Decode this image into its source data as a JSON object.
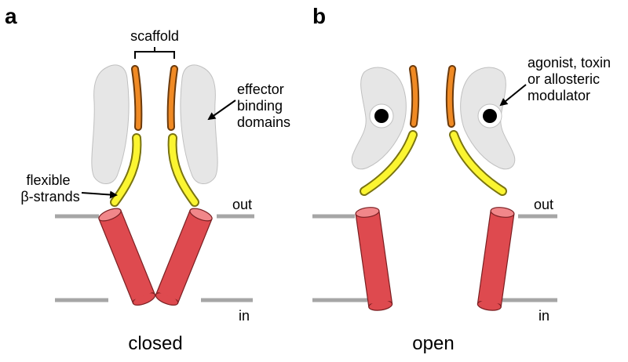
{
  "panels": [
    {
      "letter": "a",
      "state": "closed",
      "labels": {
        "scaffold": "scaffold",
        "effector": [
          "effector",
          "binding",
          "domains"
        ],
        "flexible": [
          "flexible",
          "β-strands"
        ],
        "out": "out",
        "in": "in"
      }
    },
    {
      "letter": "b",
      "state": "open",
      "labels": {
        "ligand": [
          "agonist, toxin",
          "or allosteric",
          "modulator"
        ],
        "out": "out",
        "in": "in"
      }
    }
  ],
  "colors": {
    "effector_domain": "#e6e6e6",
    "scaffold": "#f08a24",
    "beta_strand": "#fbf531",
    "helix": "#de4a4f",
    "helix_top": "#f1878a",
    "membrane": "#a6a6a6",
    "ligand": "#000000"
  }
}
